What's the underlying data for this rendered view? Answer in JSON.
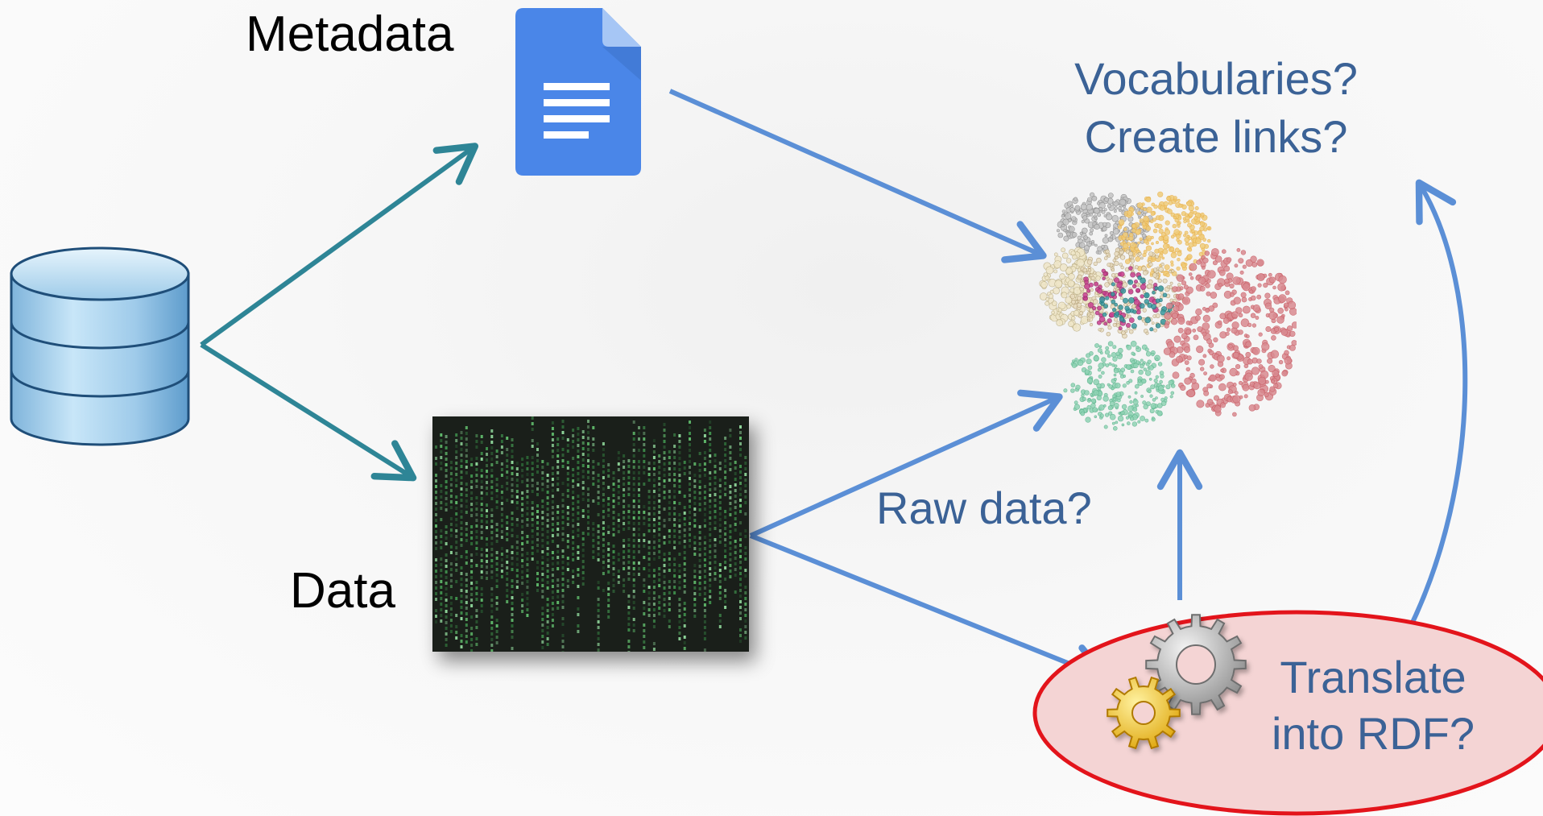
{
  "labels": {
    "metadata": "Metadata",
    "data": "Data",
    "vocab_line1": "Vocabularies?",
    "vocab_line2": "Create links?",
    "raw_data": "Raw data?",
    "translate_line1": "Translate",
    "translate_line2": "into RDF?"
  },
  "icons": {
    "database": "database-icon",
    "document": "document-icon",
    "matrix": "matrix-data-image",
    "graph": "linked-data-graph",
    "gears": "gears-icon"
  },
  "colors": {
    "teal_arrow": "#2e8596",
    "blue_arrow": "#5b8fd6",
    "label_blue": "#3b6296",
    "doc_blue": "#4a86e8",
    "ellipse_stroke": "#e3141b",
    "ellipse_fill": "#f4d4d4",
    "matrix_bg": "#1a1f1a",
    "matrix_green": "#5fb86a",
    "graph_gray": "#a8a8a8",
    "graph_orange": "#e8b04a",
    "graph_red": "#c85a62",
    "graph_green": "#5cb38c",
    "graph_pink": "#c8408f"
  }
}
